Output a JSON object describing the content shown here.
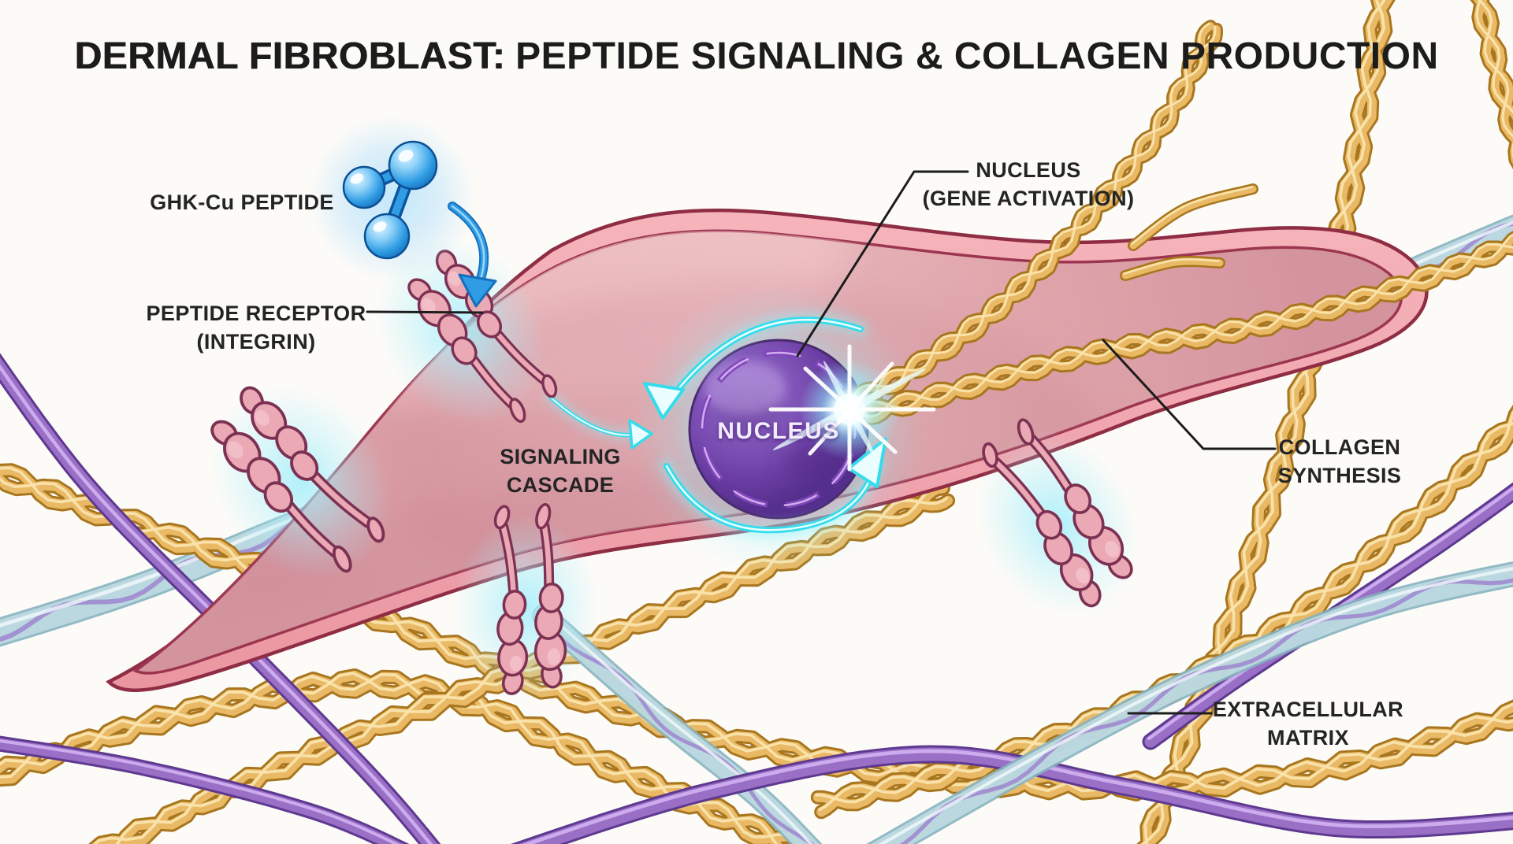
{
  "title": {
    "primary": "DERMAL FIBROBLAST:",
    "secondary": "PEPTIDE SIGNALING & COLLAGEN PRODUCTION"
  },
  "labels": {
    "ghk_peptide": "GHK-Cu PEPTIDE",
    "peptide_receptor_line1": "PEPTIDE RECEPTOR",
    "peptide_receptor_line2": "(INTEGRIN)",
    "nucleus_line1": "NUCLEUS",
    "nucleus_line2": "(GENE ACTIVATION)",
    "signaling_line1": "SIGNALING",
    "signaling_line2": "CASCADE",
    "collagen_line1": "COLLAGEN",
    "collagen_line2": "SYNTHESIS",
    "ecm_line1": "EXTRACELLULAR",
    "ecm_line2": "MATRIX",
    "nucleus_inner": "NUCLEUS"
  },
  "colors": {
    "background": "#fcfbf8",
    "title_text": "#1c1c1c",
    "label_text": "#242424",
    "connector_line": "#1c1c1c",
    "membrane_outline": "#8f2d44",
    "membrane_band": "#f4a9b1",
    "cytoplasm_pink": "#dfa3a9",
    "nucleus_purple": "#6f42a8",
    "nucleus_envelope": "#8247bb",
    "nucleus_text": "#f3ecff",
    "cyan_glow": "#49e7f2",
    "peptide_blue": "#2f9ce4",
    "receptor_pink": "#eba9b5",
    "receptor_outline": "#7c3152",
    "collagen_gold": "#e9b966",
    "collagen_dark": "#a8761e",
    "collagen_light": "#fae4ae",
    "elastin_teal": "#c6e0e6",
    "elastin_edge": "#86b2bf",
    "elastin_ribbon": "#9e86cf",
    "fiber_purple": "#9a6fc6",
    "fiber_purple_dark": "#5e3990",
    "fiber_purple_light": "#d2b3f2",
    "starburst_white": "#ffffff"
  }
}
